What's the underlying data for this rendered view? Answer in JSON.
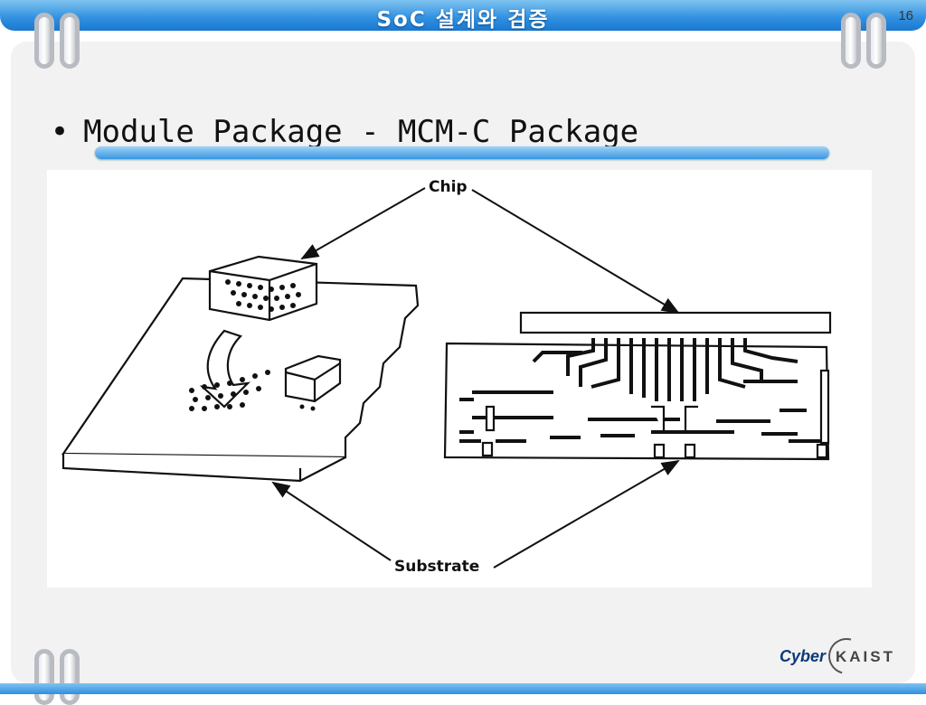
{
  "header": {
    "title": "SoC 설계와 검증",
    "page_number": "16"
  },
  "slide": {
    "bullet": "•",
    "heading": "Module Package - MCM-C Package"
  },
  "figure": {
    "label_chip": "Chip",
    "label_substrate": "Substrate"
  },
  "logo": {
    "cyber": "Cyber",
    "kaist": "KAIST"
  },
  "colors": {
    "accent_blue": "#2f8fe0",
    "panel_bg": "#f2f2f2"
  }
}
